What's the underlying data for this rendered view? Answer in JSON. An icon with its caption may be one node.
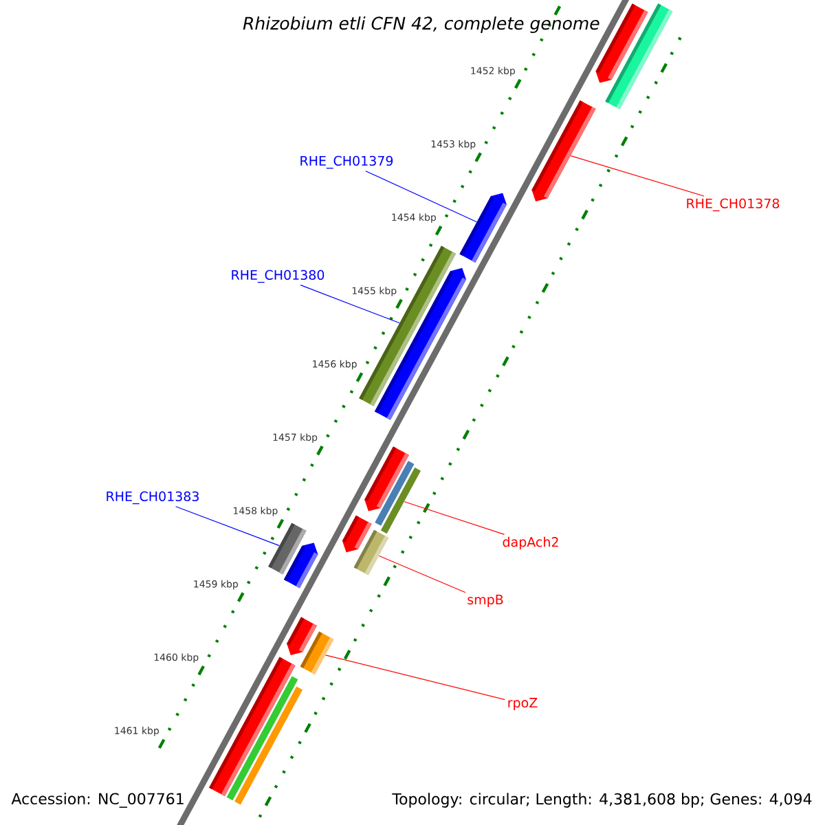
{
  "diagram": {
    "title": "Rhizobium etli CFN 42, complete genome",
    "nodes": [
      {
        "text": [
          "RHE_CH01379"
        ]
      },
      {
        "text": [
          "RHE_CH01378"
        ]
      },
      {
        "text": [
          "RHE_CH01380"
        ]
      },
      {
        "text": [
          "RHE_CH01383"
        ]
      },
      {
        "text": [
          "dapAch2"
        ]
      },
      {
        "text": [
          "smpB"
        ]
      },
      {
        "text": [
          "rpoZ"
        ]
      },
      {
        "text": [],
        "shape": "bar"
      },
      {
        "text": [],
        "shape": "bar"
      },
      {
        "text": [],
        "shape": "bar"
      },
      {
        "text": [],
        "shape": "bar"
      },
      {
        "text": [],
        "shape": "bar"
      },
      {
        "text": [],
        "shape": "bar"
      },
      {
        "text": [],
        "shape": "bar"
      },
      {
        "text": [],
        "shape": "bar"
      },
      {
        "text": [],
        "shape": "bar"
      },
      {
        "text": [],
        "shape": "bar"
      },
      {
        "text": [],
        "shape": "bar"
      },
      {
        "text": [],
        "shape": "bar"
      },
      {
        "text": [],
        "shape": "bar"
      },
      {
        "text": [],
        "shape": "bar"
      },
      {
        "text": [],
        "shape": "bar"
      },
      {
        "text": [],
        "shape": "bar"
      },
      {
        "text": [],
        "shape": "bar"
      },
      {
        "text": [],
        "shape": "bar"
      }
    ],
    "edges": [
      {
        "from": 0,
        "to": 10,
        "arrow": "none",
        "color": "#0000ff"
      },
      {
        "from": 1,
        "to": 9,
        "arrow": "none",
        "color": "#ff0000"
      },
      {
        "from": 2,
        "to": 11,
        "arrow": "none",
        "color": "#0000ff"
      },
      {
        "from": 3,
        "to": 18,
        "arrow": "none",
        "color": "#0000ff"
      },
      {
        "from": 4,
        "to": 15,
        "arrow": "none",
        "color": "#ff0000"
      },
      {
        "from": 5,
        "to": 17,
        "arrow": "none",
        "color": "#ff0000"
      },
      {
        "from": 6,
        "to": 21,
        "arrow": "none",
        "color": "#ff0000"
      }
    ],
    "labels": [
      "1452 kbp",
      "1453 kbp",
      "1454 kbp",
      "1455 kbp",
      "1456 kbp",
      "1457 kbp",
      "1458 kbp",
      "1459 kbp",
      "1460 kbp",
      "1461 kbp",
      "Accession: NC_007761",
      "Topology: circular; Length: 4,381,608 bp; Genes: 4,094"
    ]
  }
}
